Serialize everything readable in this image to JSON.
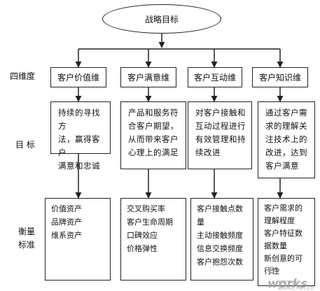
{
  "title": "战略目标",
  "row_labels": {
    "dimension": "四维度",
    "goal": "目 标",
    "metric_line1": "衡量",
    "metric_line2": "标准"
  },
  "columns": [
    {
      "header": "客户价值维",
      "goal": [
        "持续的寻找方",
        "法，赢得客户",
        "满意和忠诚"
      ],
      "metrics": [
        "价值资产",
        "品牌资产",
        "维系资产"
      ]
    },
    {
      "header": "客户满意维",
      "goal": [
        "产品和服务符",
        "合客户期望，",
        "从而带来客户",
        "心理上的满足"
      ],
      "metrics": [
        "交叉购买率",
        "客户生命周期",
        "口碑效应",
        "价格弹性"
      ]
    },
    {
      "header": "客户互动维",
      "goal": [
        "对客户接触和",
        "互动过程进行",
        "有效管理和持",
        "续改进"
      ],
      "metrics": [
        "客户接触点数量",
        "主动接触频度",
        "信息交换频度",
        "客户抱怨次数"
      ]
    },
    {
      "header": "客户知识维",
      "goal": [
        "通过客户需",
        "求的理解关",
        "注技术上的",
        "改进，达到",
        "客户满意"
      ],
      "metrics": [
        "客户需求的",
        "理解程度",
        "客户特征数",
        "据数量",
        "新创意的可",
        "行性"
      ]
    }
  ],
  "watermark": {
    "text": "e-works",
    "sub": "www.e-works.net.cn"
  }
}
